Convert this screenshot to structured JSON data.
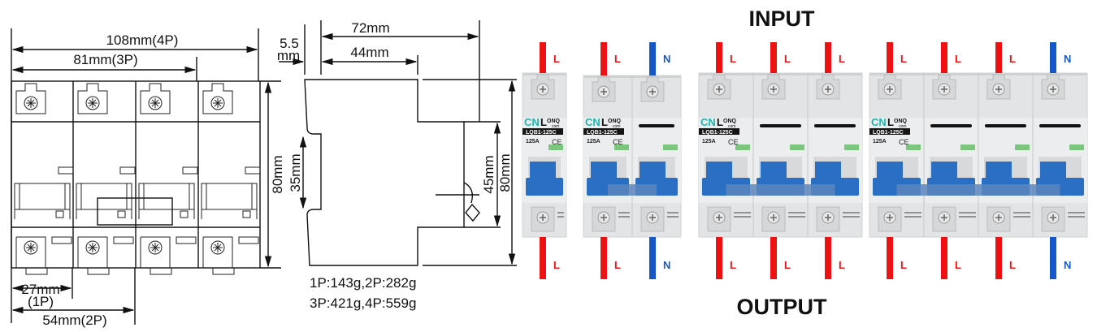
{
  "front_view": {
    "width_4p": "108mm(4P)",
    "width_3p": "81mm(3P)",
    "height": "80mm",
    "width_1p_value": "27mm",
    "width_1p_label": "(1P)",
    "width_2p": "54mm(2P)"
  },
  "side_view": {
    "depth_total": "72mm",
    "offset_value": "5.5",
    "offset_unit": "mm",
    "depth_front": "44mm",
    "rail_height": "35mm",
    "front_height": "45mm",
    "height": "80mm",
    "weights_line1": "1P:143g,2P:282g",
    "weights_line2": "3P:421g,4P:559g"
  },
  "photo": {
    "input_label": "INPUT",
    "output_label": "OUTPUT",
    "brand_cn": "CN",
    "brand_l": "L",
    "brand_onq": "ONQ",
    "brand_com": "com",
    "model": "LQB1-125C",
    "rating": "125A",
    "ce_mark": "CE",
    "colors": {
      "line": "#ee1111",
      "neutral": "#1556c8",
      "toggle": "#2b6fc4",
      "body": "#e3e4e6"
    },
    "breakers": [
      {
        "name": "1P",
        "wires": [
          "L"
        ]
      },
      {
        "name": "2P",
        "wires": [
          "L",
          "N"
        ]
      },
      {
        "name": "3P",
        "wires": [
          "L",
          "L",
          "L"
        ]
      },
      {
        "name": "4P",
        "wires": [
          "L",
          "L",
          "L",
          "N"
        ]
      }
    ]
  }
}
